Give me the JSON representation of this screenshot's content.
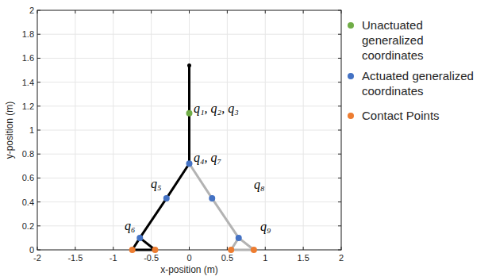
{
  "diagram": {
    "labels": [
      "0",
      "0.2",
      "0.4",
      "0.6",
      "0.8",
      "1",
      "1.2",
      "1.4",
      "1.6",
      "1.8",
      "2",
      "-2",
      "-1.5",
      "-1",
      "-0.5",
      "0",
      "0.5",
      "1",
      "1.5",
      "2",
      "x-position (m)",
      "y-position (m)",
      "q₁, q₂, q₃",
      "q₄, q₇",
      "q₅",
      "q₆",
      "q₈",
      "q₉"
    ],
    "legend": [
      {
        "text": "Unactuated generalized coordinates",
        "color": "#70ad47"
      },
      {
        "text": "Actuated generalized coordinates",
        "color": "#4472c4"
      },
      {
        "text": "Contact Points",
        "color": "#ed7d31"
      }
    ]
  }
}
